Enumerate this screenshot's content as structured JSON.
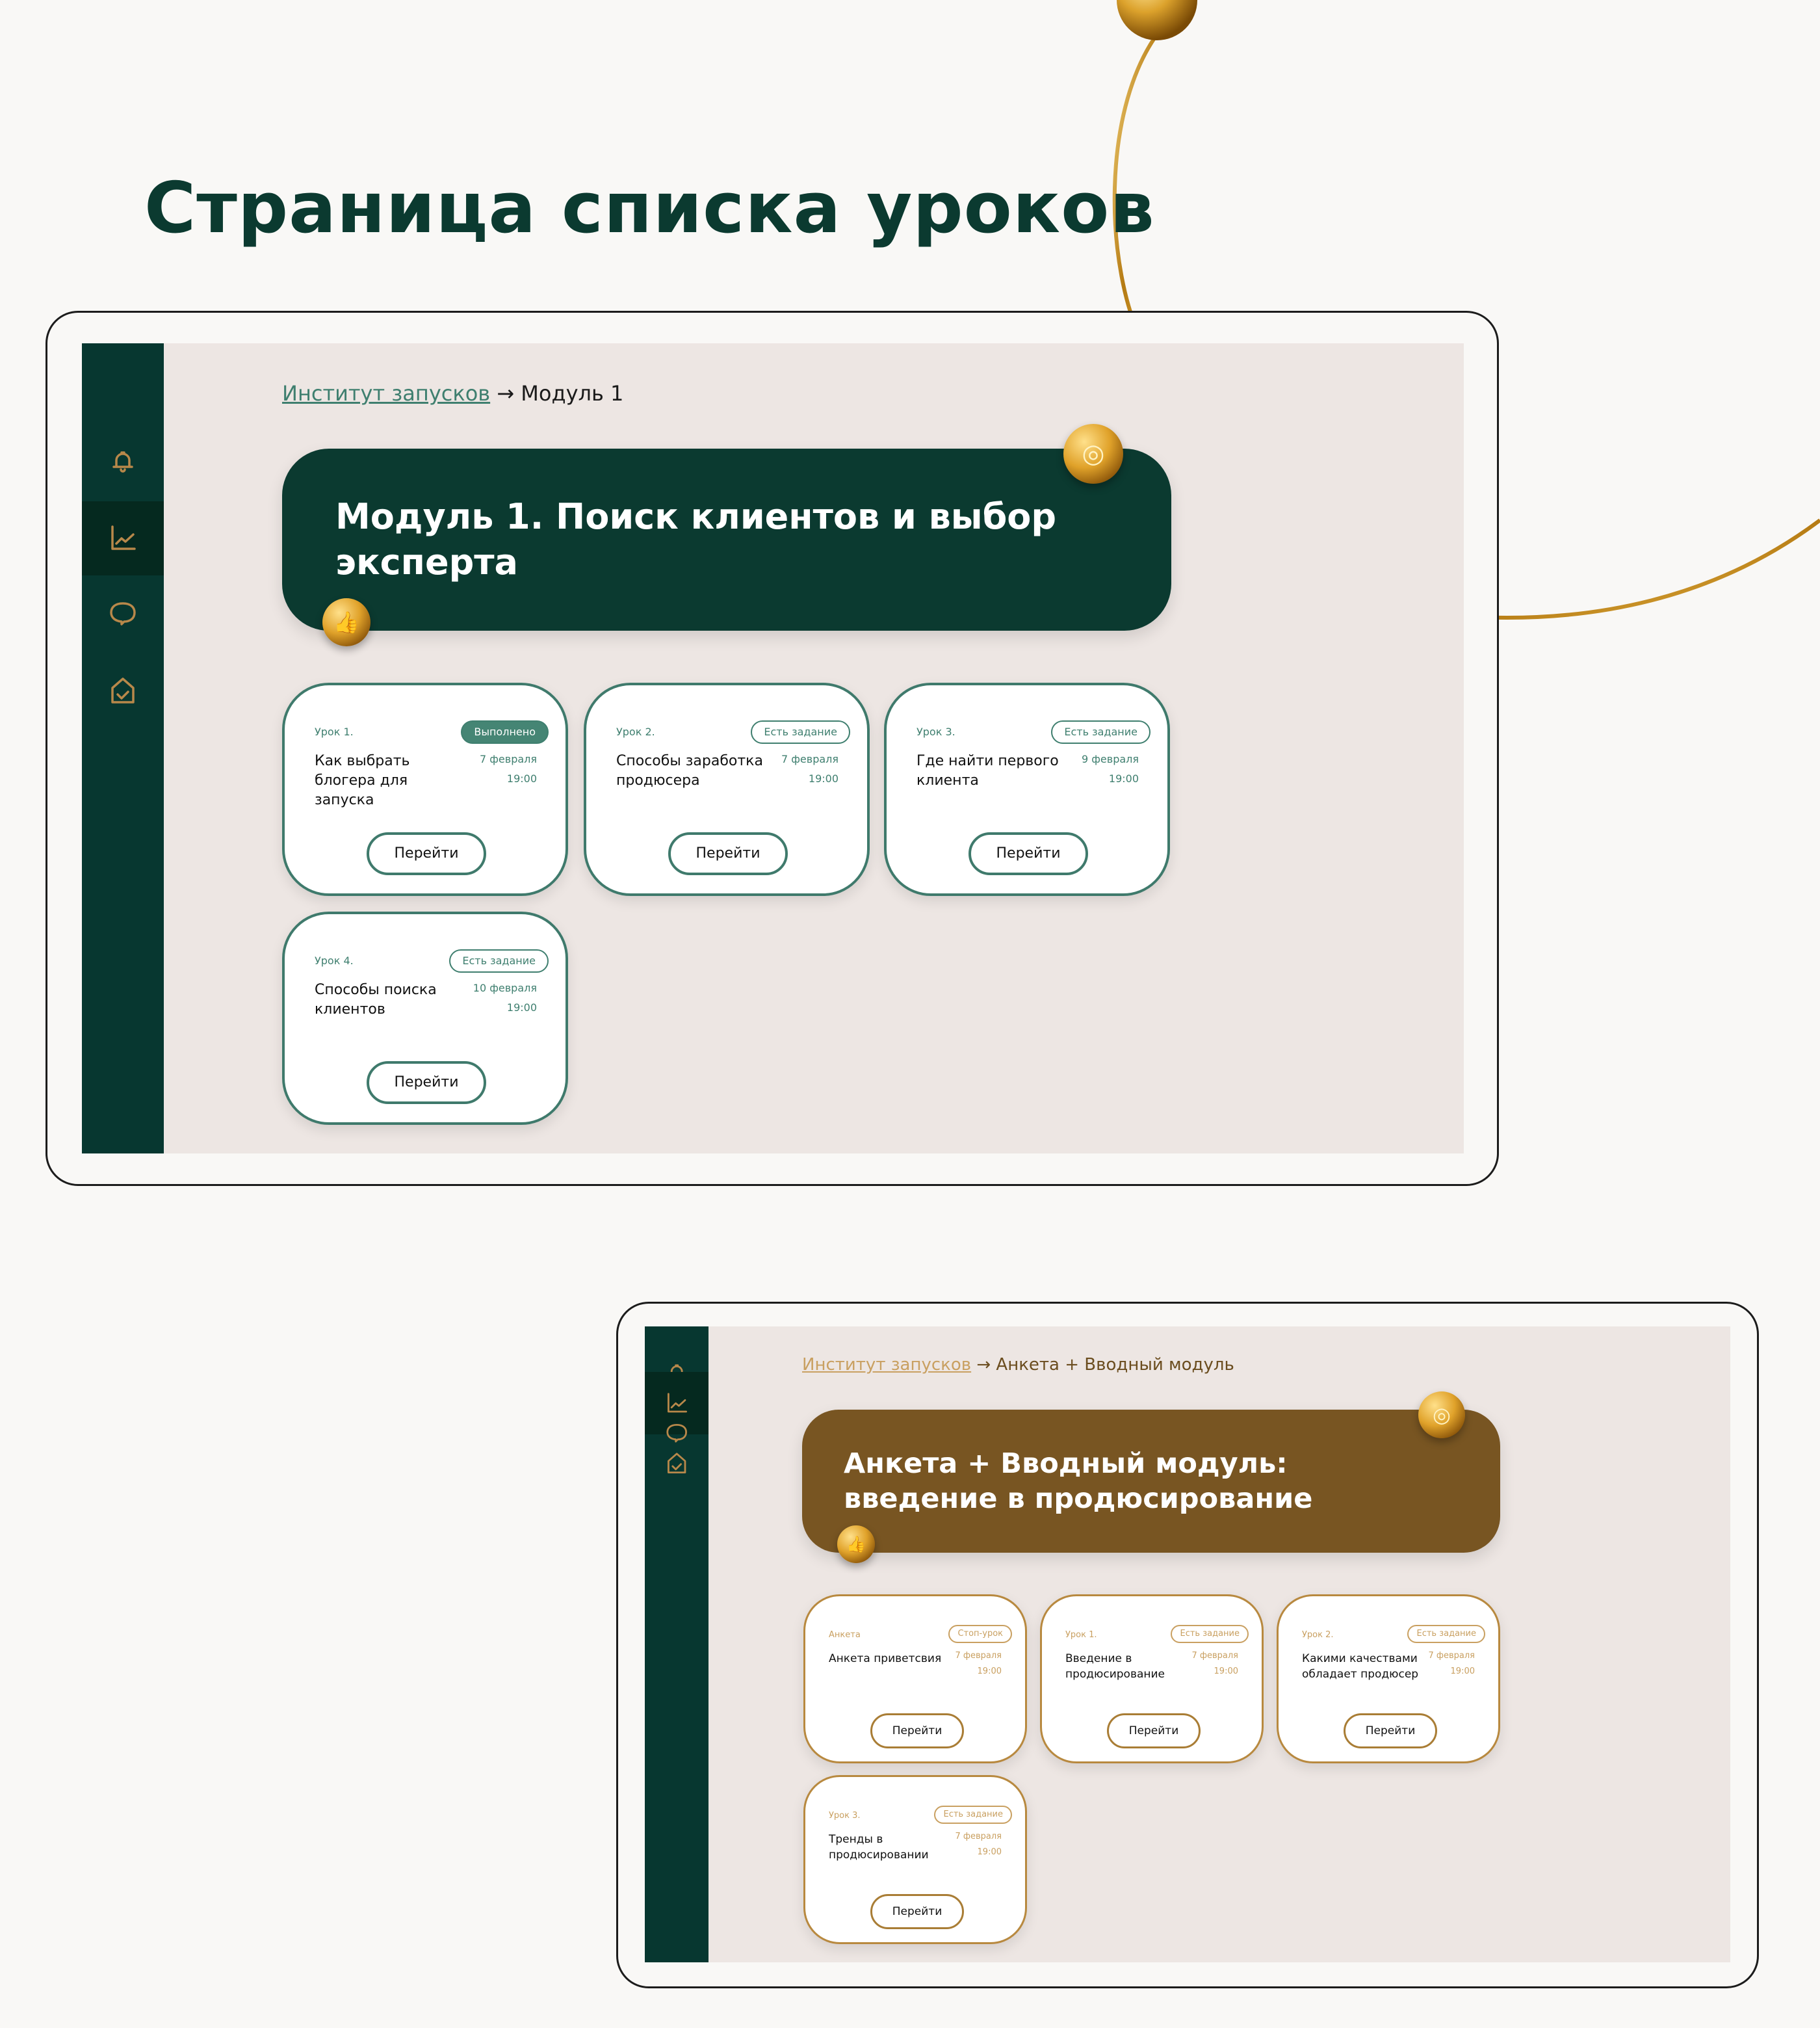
{
  "page_title": "Страница списка уроков",
  "colors": {
    "green": "#073730",
    "gold": "#b8884a",
    "brown_banner": "#785522",
    "content_bg": "#ede6e3"
  },
  "screen1": {
    "sidebar": [
      "bell-icon",
      "chart-icon",
      "chat-icon",
      "home-check-icon"
    ],
    "breadcrumb": {
      "link": "Институт запусков",
      "current": "→ Модуль 1"
    },
    "banner_title": "Модуль 1. Поиск клиентов и выбор эксперта",
    "cards": [
      {
        "num": "Урок 1.",
        "badge": "Выполнено",
        "title": "Как выбрать блогера для запуска",
        "date": "7 февраля",
        "time": "19:00",
        "button": "Перейти"
      },
      {
        "num": "Урок 2.",
        "badge": "Есть задание",
        "title": "Способы заработка продюсера",
        "date": "7 февраля",
        "time": "19:00",
        "button": "Перейти"
      },
      {
        "num": "Урок 3.",
        "badge": "Есть задание",
        "title": "Где найти первого клиента",
        "date": "9 февраля",
        "time": "19:00",
        "button": "Перейти"
      },
      {
        "num": "Урок 4.",
        "badge": "Есть задание",
        "title": "Способы поиска клиентов",
        "date": "10 февраля",
        "time": "19:00",
        "button": "Перейти"
      }
    ]
  },
  "screen2": {
    "sidebar": [
      "bell-icon",
      "chart-icon",
      "chat-icon",
      "home-check-icon"
    ],
    "breadcrumb": {
      "link": "Институт запусков",
      "current": "→ Анкета + Вводный модуль"
    },
    "banner_title": "Анкета + Вводный модуль: введение в продюсирование",
    "cards": [
      {
        "num": "Анкета",
        "badge": "Стоп-урок",
        "title": "Анкета приветсвия",
        "date": "7 февраля",
        "time": "19:00",
        "button": "Перейти"
      },
      {
        "num": "Урок 1.",
        "badge": "Есть задание",
        "title": "Введение в продюсирование",
        "date": "7 февраля",
        "time": "19:00",
        "button": "Перейти"
      },
      {
        "num": "Урок 2.",
        "badge": "Есть задание",
        "title": "Какими качествами обладает продюсер",
        "date": "7 февраля",
        "time": "19:00",
        "button": "Перейти"
      },
      {
        "num": "Урок 3.",
        "badge": "Есть задание",
        "title": "Тренды в продюсировании",
        "date": "7 февраля",
        "time": "19:00",
        "button": "Перейти"
      }
    ]
  }
}
